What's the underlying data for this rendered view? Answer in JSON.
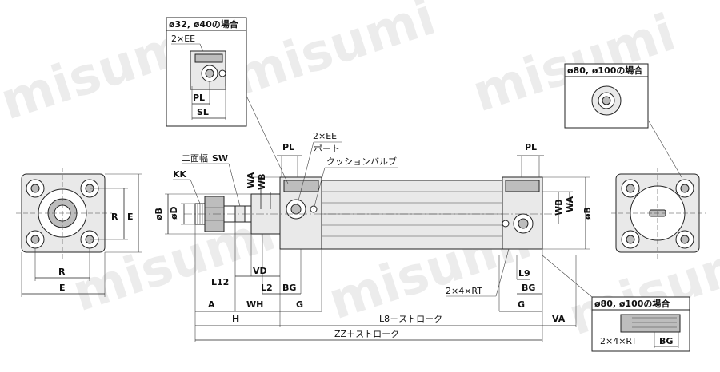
{
  "watermark": "misumi",
  "insets": {
    "small_bore": {
      "title": "ø32, ø40の場合",
      "port_label": "2×EE",
      "pl": "PL",
      "sl": "SL"
    },
    "large_bore_head": {
      "title": "ø80, ø100の場合"
    },
    "large_bore_rod": {
      "title": "ø80, ø100の場合",
      "rt": "2×4×RT",
      "bg": "BG"
    }
  },
  "labels": {
    "port_count": "2×EE",
    "port_word": "ポート",
    "cushion_valve": "クッションバルブ",
    "width_across_flats": "二面幅",
    "sw": "SW",
    "kk": "KK",
    "pl_left": "PL",
    "pl_right": "PL",
    "wa_left": "WA",
    "wb_left": "WB",
    "wa_right": "WA",
    "wb_right": "WB",
    "phi_b_left": "øB",
    "phi_d": "øD",
    "phi_b_right": "øB",
    "r_vert": "R",
    "e_vert": "E",
    "r_horiz": "R",
    "e_horiz": "E",
    "l12": "L12",
    "vd": "VD",
    "l2": "L2",
    "bg": "BG",
    "a": "A",
    "wh": "WH",
    "g_left": "G",
    "h": "H",
    "l8_stroke": "L8＋ストローク",
    "zz_stroke": "ZZ＋ストローク",
    "l9": "L9",
    "bg_right": "BG",
    "rt": "2×4×RT",
    "g_right": "G",
    "va": "VA"
  }
}
